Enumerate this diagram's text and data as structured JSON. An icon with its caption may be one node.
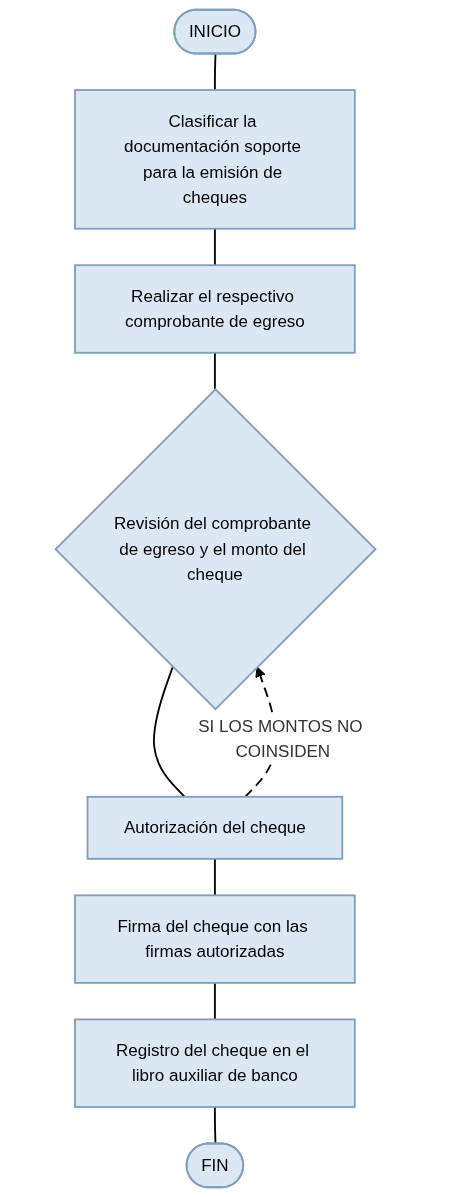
{
  "diagram": {
    "nodes": [
      {
        "text": [
          "INICIO"
        ]
      },
      {
        "text": [
          "Clasificar la documentación soporte para la emisión de cheques"
        ]
      },
      {
        "text": [
          "Realizar el respectivo comprobante de egreso"
        ]
      },
      {
        "text": [
          "Revisión del comprobante de egreso y el monto del cheque"
        ]
      },
      {
        "text": [
          "Autorización del cheque"
        ]
      },
      {
        "text": [
          "Firma del cheque con las firmas autorizadas"
        ]
      },
      {
        "text": [
          "Registro del cheque en el libro auxiliar de banco"
        ]
      },
      {
        "text": [
          "FIN"
        ]
      }
    ],
    "edges": [
      {
        "from": 0,
        "to": 1,
        "arrow": "none"
      },
      {
        "from": 1,
        "to": 2,
        "arrow": "none"
      },
      {
        "from": 2,
        "to": 3,
        "arrow": "none"
      },
      {
        "from": 3,
        "to": 4,
        "arrow": "none"
      },
      {
        "from": 4,
        "to": 3,
        "arrow": "to",
        "label": "SI LOS MONTOS NO COINSIDEN",
        "style": "dashed"
      },
      {
        "from": 4,
        "to": 5,
        "arrow": "none"
      },
      {
        "from": 5,
        "to": 6,
        "arrow": "none"
      },
      {
        "from": 6,
        "to": 7,
        "arrow": "none"
      }
    ]
  }
}
